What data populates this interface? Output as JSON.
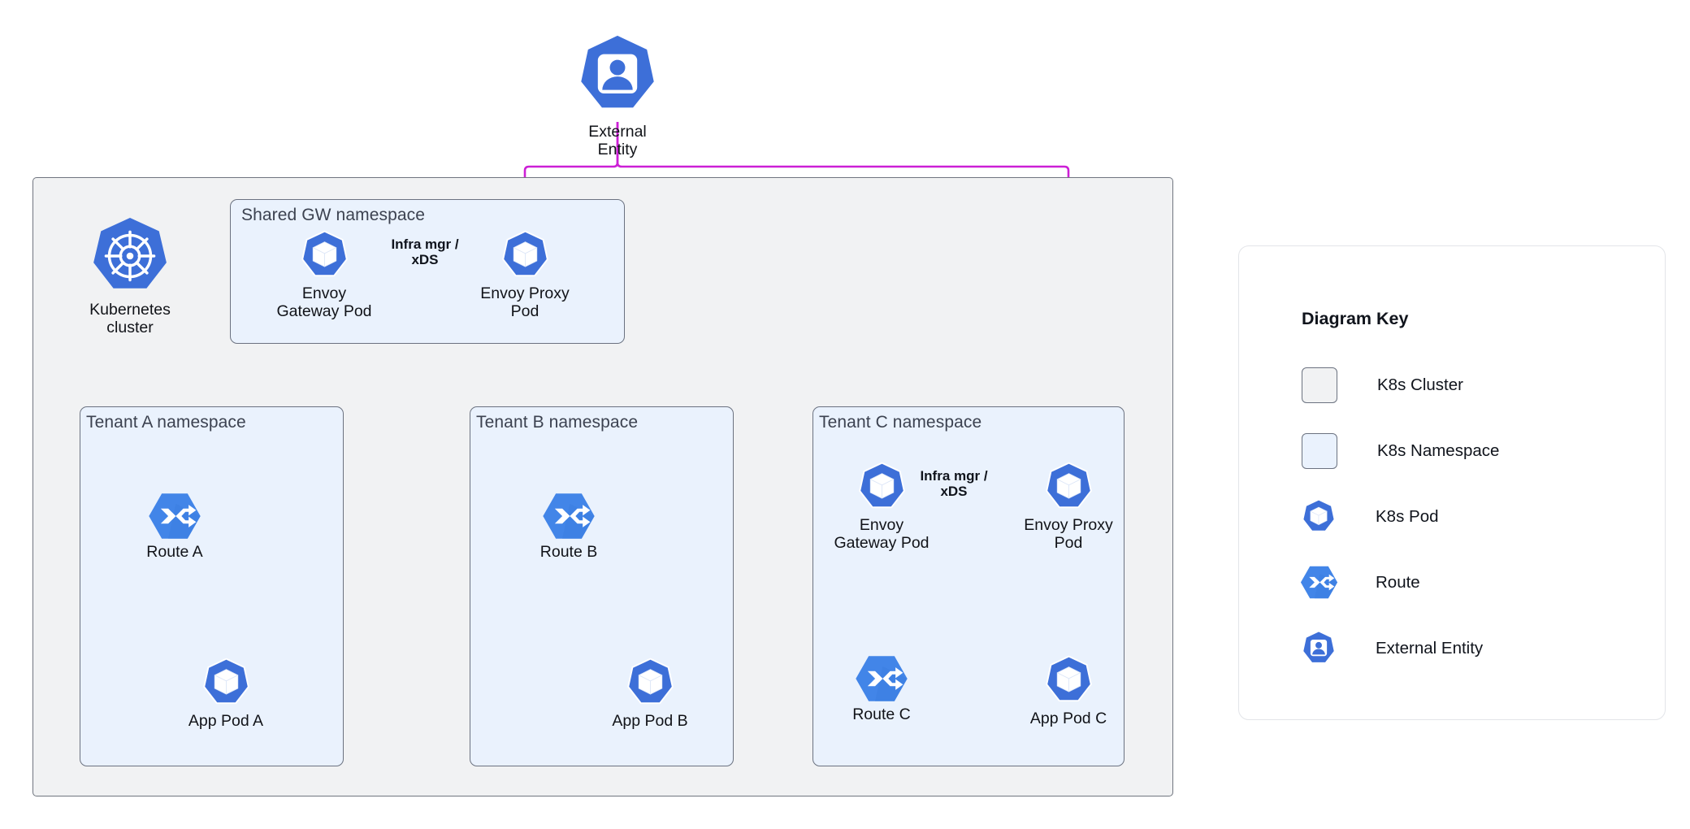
{
  "colors": {
    "k8s_blue": "#3d6fd8",
    "route_blue": "#4285e8",
    "cluster_fill": "#f1f2f3",
    "cluster_border": "#70757f",
    "namespace_fill": "#eaf2fd",
    "namespace_border": "#6b7280",
    "edge_teal": "#0a7f63",
    "edge_magenta": "#cc1fd6",
    "edge_dark": "#1f2430",
    "card_border": "#e3e5e9",
    "text_dark": "#10141c",
    "label_gray": "#3c4250"
  },
  "external": {
    "label": "External Entity",
    "icon": "external-entity-icon"
  },
  "cluster": {
    "icon": "kubernetes-wheel-icon",
    "label": "Kubernetes cluster"
  },
  "namespaces": [
    {
      "id": "shared-gw",
      "label": "Shared GW namespace",
      "nodes": [
        {
          "id": "envoy-gateway-pod-shared",
          "icon": "k8s-pod-icon",
          "label": "Envoy\nGateway Pod"
        },
        {
          "id": "envoy-proxy-pod-shared",
          "icon": "k8s-pod-icon",
          "label": "Envoy Proxy\nPod"
        }
      ],
      "edge_label": "Infra mgr /\nxDS"
    },
    {
      "id": "tenant-a",
      "label": "Tenant A namespace",
      "nodes": [
        {
          "id": "route-a",
          "icon": "route-icon",
          "label": "Route A"
        },
        {
          "id": "app-pod-a",
          "icon": "k8s-pod-icon",
          "label": "App Pod A"
        }
      ]
    },
    {
      "id": "tenant-b",
      "label": "Tenant B namespace",
      "nodes": [
        {
          "id": "route-b",
          "icon": "route-icon",
          "label": "Route B"
        },
        {
          "id": "app-pod-b",
          "icon": "k8s-pod-icon",
          "label": "App Pod B"
        }
      ]
    },
    {
      "id": "tenant-c",
      "label": "Tenant C namespace",
      "nodes": [
        {
          "id": "envoy-gateway-pod-c",
          "icon": "k8s-pod-icon",
          "label": "Envoy\nGateway Pod"
        },
        {
          "id": "envoy-proxy-pod-c",
          "icon": "k8s-pod-icon",
          "label": "Envoy Proxy\nPod"
        },
        {
          "id": "route-c",
          "icon": "route-icon",
          "label": "Route C"
        },
        {
          "id": "app-pod-c",
          "icon": "k8s-pod-icon",
          "label": "App Pod C"
        }
      ],
      "edge_label": "Infra mgr /\nxDS"
    }
  ],
  "legend": {
    "title": "Diagram Key",
    "items": [
      {
        "id": "k8s-cluster",
        "swatch": "cluster-swatch",
        "label": "K8s Cluster"
      },
      {
        "id": "k8s-namespace",
        "swatch": "namespace-swatch",
        "label": "K8s Namespace"
      },
      {
        "id": "k8s-pod",
        "swatch": "k8s-pod-icon",
        "label": "K8s Pod"
      },
      {
        "id": "route",
        "swatch": "route-icon",
        "label": "Route"
      },
      {
        "id": "external-entity",
        "swatch": "external-entity-icon",
        "label": "External Entity"
      }
    ]
  }
}
